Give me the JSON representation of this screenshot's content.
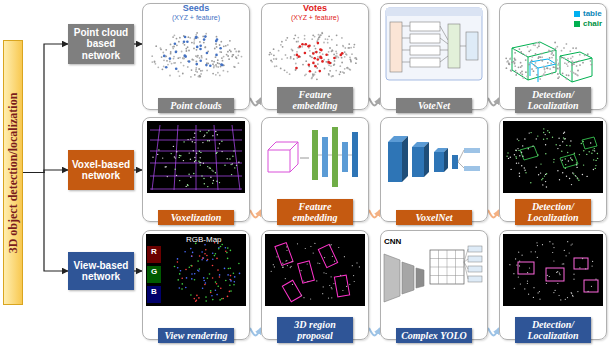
{
  "diagram": {
    "nodes": [
      {
        "text": [
          "3D object detection/localization"
        ]
      },
      {
        "text": [
          "Point cloud based network"
        ]
      },
      {
        "text": [
          "Point clouds"
        ]
      },
      {
        "text": [
          "Feature embedding"
        ]
      },
      {
        "text": [
          "VoteNet"
        ]
      },
      {
        "text": [
          "Detection/ Localization"
        ]
      },
      {
        "text": [
          "Voxel-based network"
        ]
      },
      {
        "text": [
          "Voxelization"
        ]
      },
      {
        "text": [
          "Feature embedding"
        ]
      },
      {
        "text": [
          "VoxelNet"
        ]
      },
      {
        "text": [
          "Detection/ Localization"
        ]
      },
      {
        "text": [
          "View-based network"
        ]
      },
      {
        "text": [
          "View rendering"
        ]
      },
      {
        "text": [
          "3D region proposal"
        ]
      },
      {
        "text": [
          "Complex YOLO"
        ]
      },
      {
        "text": [
          "Detection/ Localization"
        ]
      }
    ],
    "edges": [
      {
        "from": 0,
        "to": 1,
        "arrow": "to"
      },
      {
        "from": 0,
        "to": 6,
        "arrow": "to"
      },
      {
        "from": 0,
        "to": 11,
        "arrow": "to"
      },
      {
        "from": 1,
        "to": 2,
        "arrow": "to"
      },
      {
        "from": 2,
        "to": 3,
        "arrow": "to"
      },
      {
        "from": 3,
        "to": 4,
        "arrow": "to"
      },
      {
        "from": 4,
        "to": 5,
        "arrow": "to"
      },
      {
        "from": 6,
        "to": 7,
        "arrow": "to"
      },
      {
        "from": 7,
        "to": 8,
        "arrow": "to"
      },
      {
        "from": 8,
        "to": 9,
        "arrow": "to"
      },
      {
        "from": 9,
        "to": 10,
        "arrow": "to"
      },
      {
        "from": 11,
        "to": 12,
        "arrow": "to"
      },
      {
        "from": 12,
        "to": 13,
        "arrow": "to"
      },
      {
        "from": 13,
        "to": 14,
        "arrow": "to"
      },
      {
        "from": 14,
        "to": 15,
        "arrow": "to"
      }
    ],
    "labels": [
      "Seeds",
      "(XYZ + feature)",
      "Votes",
      "(XYZ + feature)",
      "RGB-Map",
      "R",
      "G",
      "B",
      "CNN"
    ],
    "legend": [
      {
        "text": "table",
        "color": "#00b0f0"
      },
      {
        "text": "chair",
        "color": "#00b050"
      }
    ]
  }
}
